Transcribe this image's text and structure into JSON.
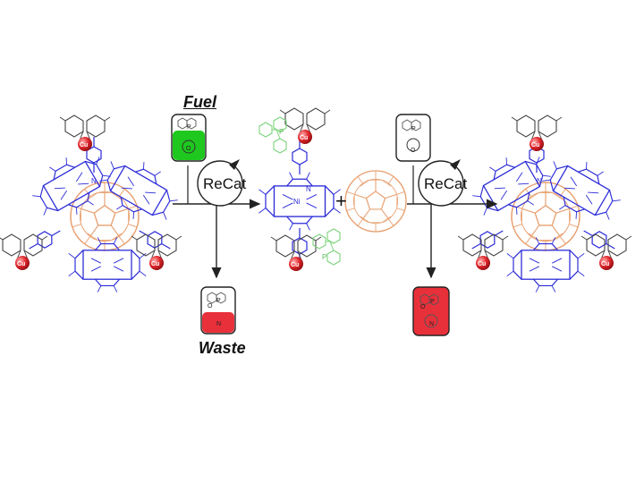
{
  "labels": {
    "fuel": "Fuel",
    "waste": "Waste",
    "recat_1": "ReCat",
    "recat_2": "ReCat",
    "plus": "+"
  },
  "atoms": {
    "phosphorus": "P",
    "oxygen": "O",
    "nitrogen": "N",
    "copper": "Cu",
    "nickel": "Ni"
  },
  "colors": {
    "porphyrin": "#2a2ad8",
    "fullerene": "#e8a070",
    "copper_ball": "#e0262b",
    "fuel_fill": "#1ec81e",
    "waste_fill": "#e8303a",
    "phosphine_ligand": "#7cd37c",
    "bond": "#333333"
  }
}
